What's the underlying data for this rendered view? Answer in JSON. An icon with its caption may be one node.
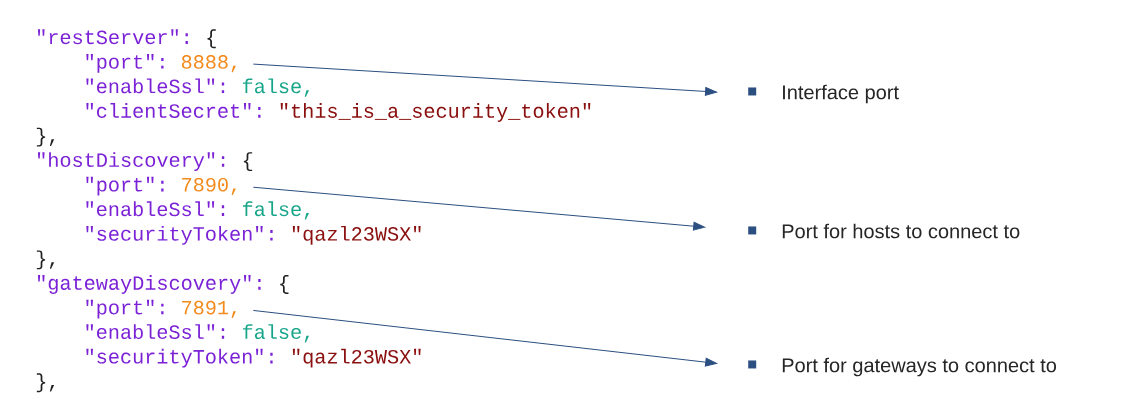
{
  "diagram": {
    "nodes": [
      {
        "text": [
          "\"port\":",
          "8888,"
        ]
      },
      {
        "text": [
          "Interface port"
        ]
      },
      {
        "text": [
          "\"port\":",
          "7890,"
        ]
      },
      {
        "text": [
          "Port for hosts to connect to"
        ]
      },
      {
        "text": [
          "\"port\":",
          "7891,"
        ]
      },
      {
        "text": [
          "Port for gateways to connect to"
        ]
      }
    ],
    "edges": [
      {
        "from": 0,
        "to": 1,
        "arrow": "to"
      },
      {
        "from": 2,
        "to": 3,
        "arrow": "to"
      },
      {
        "from": 4,
        "to": 5,
        "arrow": "to"
      }
    ],
    "labels": [
      "\"restServer\":",
      "{",
      "\"enableSsl\":",
      "false,",
      "\"clientSecret\":",
      "\"this_is_a_security_token\"",
      "},",
      "\"hostDiscovery\":",
      "{",
      "\"enableSsl\":",
      "false,",
      "\"securityToken\":",
      "\"qazl23WSX\"",
      "},",
      "\"gatewayDiscovery\":",
      "{",
      "\"enableSsl\":",
      "false,",
      "\"securityToken\":",
      "\"qazl23WSX\"",
      "},"
    ]
  }
}
